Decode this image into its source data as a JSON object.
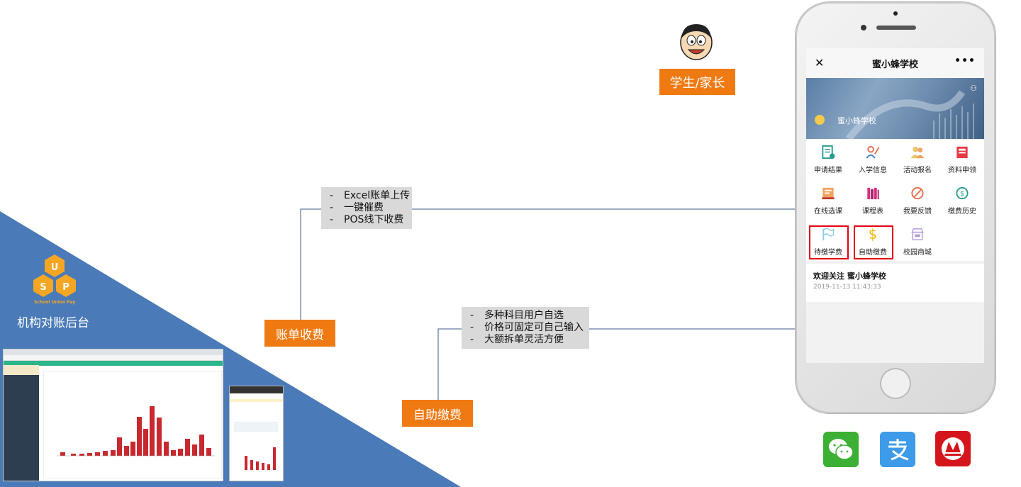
{
  "labels": {
    "student_parent": "学生/家长",
    "org_backend": "机构对账后台",
    "bill_collect": "账单收费",
    "self_pay": "自助缴费",
    "logo_caption": "School Union Pay"
  },
  "bill_features": [
    "Excel账单上传",
    "一键催费",
    "POS线下收费"
  ],
  "self_pay_features": [
    "多种科目用户自选",
    "价格可固定可自己输入",
    "大额拆单灵活方便"
  ],
  "phone": {
    "title": "蜜小蜂学校",
    "banner_name": "蜜小蜂学校",
    "grid": [
      {
        "label": "申请结果",
        "icon": "doc-check-icon"
      },
      {
        "label": "入学信息",
        "icon": "pen-person-icon"
      },
      {
        "label": "活动报名",
        "icon": "people-icon"
      },
      {
        "label": "资料申领",
        "icon": "folder-icon"
      },
      {
        "label": "在线选课",
        "icon": "course-icon"
      },
      {
        "label": "课程表",
        "icon": "books-icon"
      },
      {
        "label": "我要反馈",
        "icon": "feather-icon"
      },
      {
        "label": "缴费历史",
        "icon": "history-icon"
      },
      {
        "label": "待缴学费",
        "icon": "flag-icon"
      },
      {
        "label": "自助缴费",
        "icon": "dollar-icon"
      },
      {
        "label": "校园商城",
        "icon": "shop-icon"
      }
    ],
    "notice_title": "欢迎关注 蜜小蜂学校",
    "notice_time": "2019-11-13 11:43:33"
  },
  "colors": {
    "orange": "#f07a12",
    "blue": "#4a7ab8",
    "arrow": "#3b5a86",
    "highlight": "#e60012"
  }
}
